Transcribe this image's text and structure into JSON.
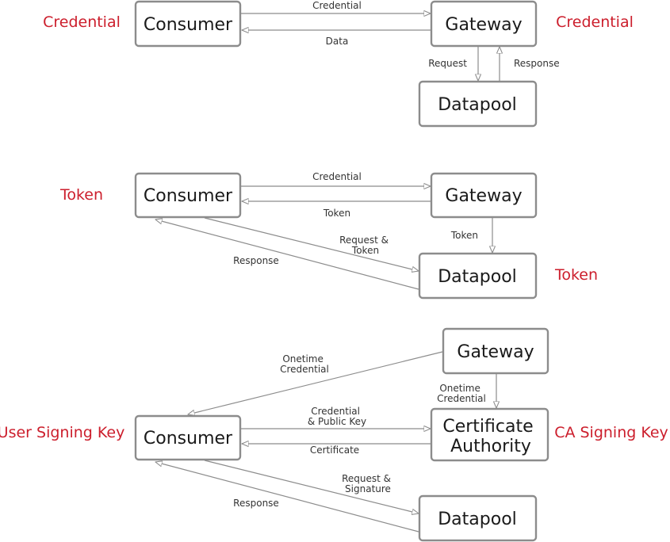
{
  "colors": {
    "annotation": "#cc1e2c",
    "line": "#8c8c8c",
    "box_border": "#8c8c8c"
  },
  "diagram1": {
    "consumer": "Consumer",
    "gateway": "Gateway",
    "datapool": "Datapool",
    "credential_arrow": "Credential",
    "data_arrow": "Data",
    "request_arrow": "Request",
    "response_arrow": "Response",
    "annotation_left": "Credential",
    "annotation_right": "Credential"
  },
  "diagram2": {
    "consumer": "Consumer",
    "gateway": "Gateway",
    "datapool": "Datapool",
    "credential_arrow": "Credential",
    "token_arrow": "Token",
    "gateway_token_arrow": "Token",
    "request_token_arrow": [
      "Request &",
      "Token"
    ],
    "response_arrow": "Response",
    "annotation_left": "Token",
    "annotation_right": "Token"
  },
  "diagram3": {
    "gateway": "Gateway",
    "consumer": "Consumer",
    "ca": [
      "Certificate",
      "Authority"
    ],
    "datapool": "Datapool",
    "onetime_to_consumer": [
      "Onetime",
      "Credential"
    ],
    "onetime_to_ca": [
      "Onetime",
      "Credential"
    ],
    "credential_pubkey_arrow": [
      "Credential",
      "& Public Key"
    ],
    "certificate_arrow": "Certificate",
    "request_signature_arrow": [
      "Request &",
      "Signature"
    ],
    "response_arrow": "Response",
    "annotation_left": "User Signing Key",
    "annotation_right": "CA Signing Key"
  }
}
